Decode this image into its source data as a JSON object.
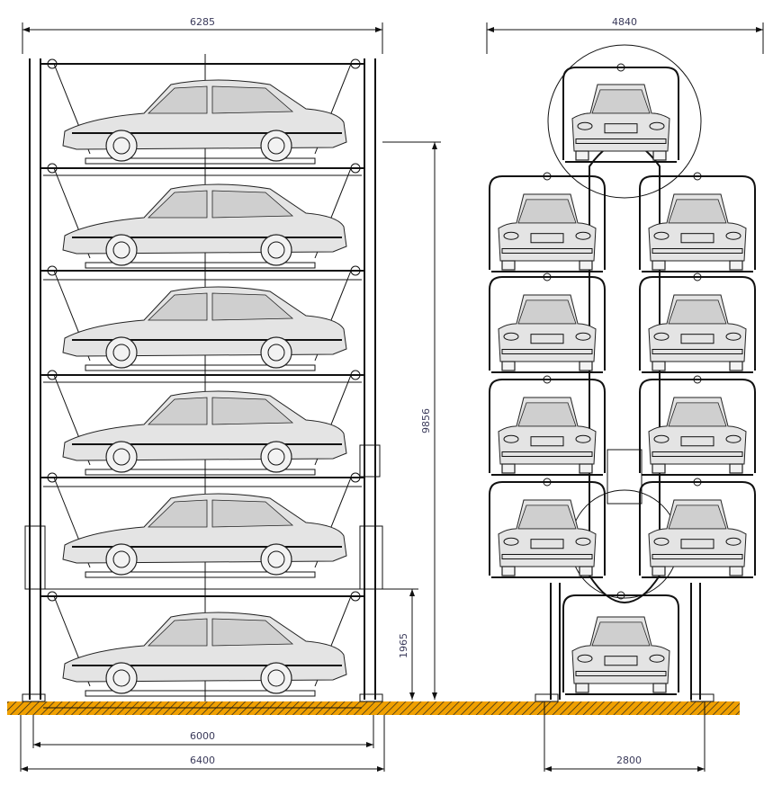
{
  "drawing": {
    "title": "Vertical and rotary car parking system elevation",
    "colors": {
      "ground": "#f0a000",
      "line": "#111111",
      "dimension_text": "#3a3a5a",
      "car_fill": "#e4e4e4"
    },
    "side_view": {
      "levels": 6
    },
    "rotary_view": {
      "pallets": 10
    },
    "dimensions": {
      "side_total_width_top": "6285",
      "rotary_width_top": "4840",
      "total_height": "9856",
      "ground_clearance_height": "1965",
      "inner_base_width": "6000",
      "outer_base_width": "6400",
      "rotary_base_width": "2800"
    }
  }
}
